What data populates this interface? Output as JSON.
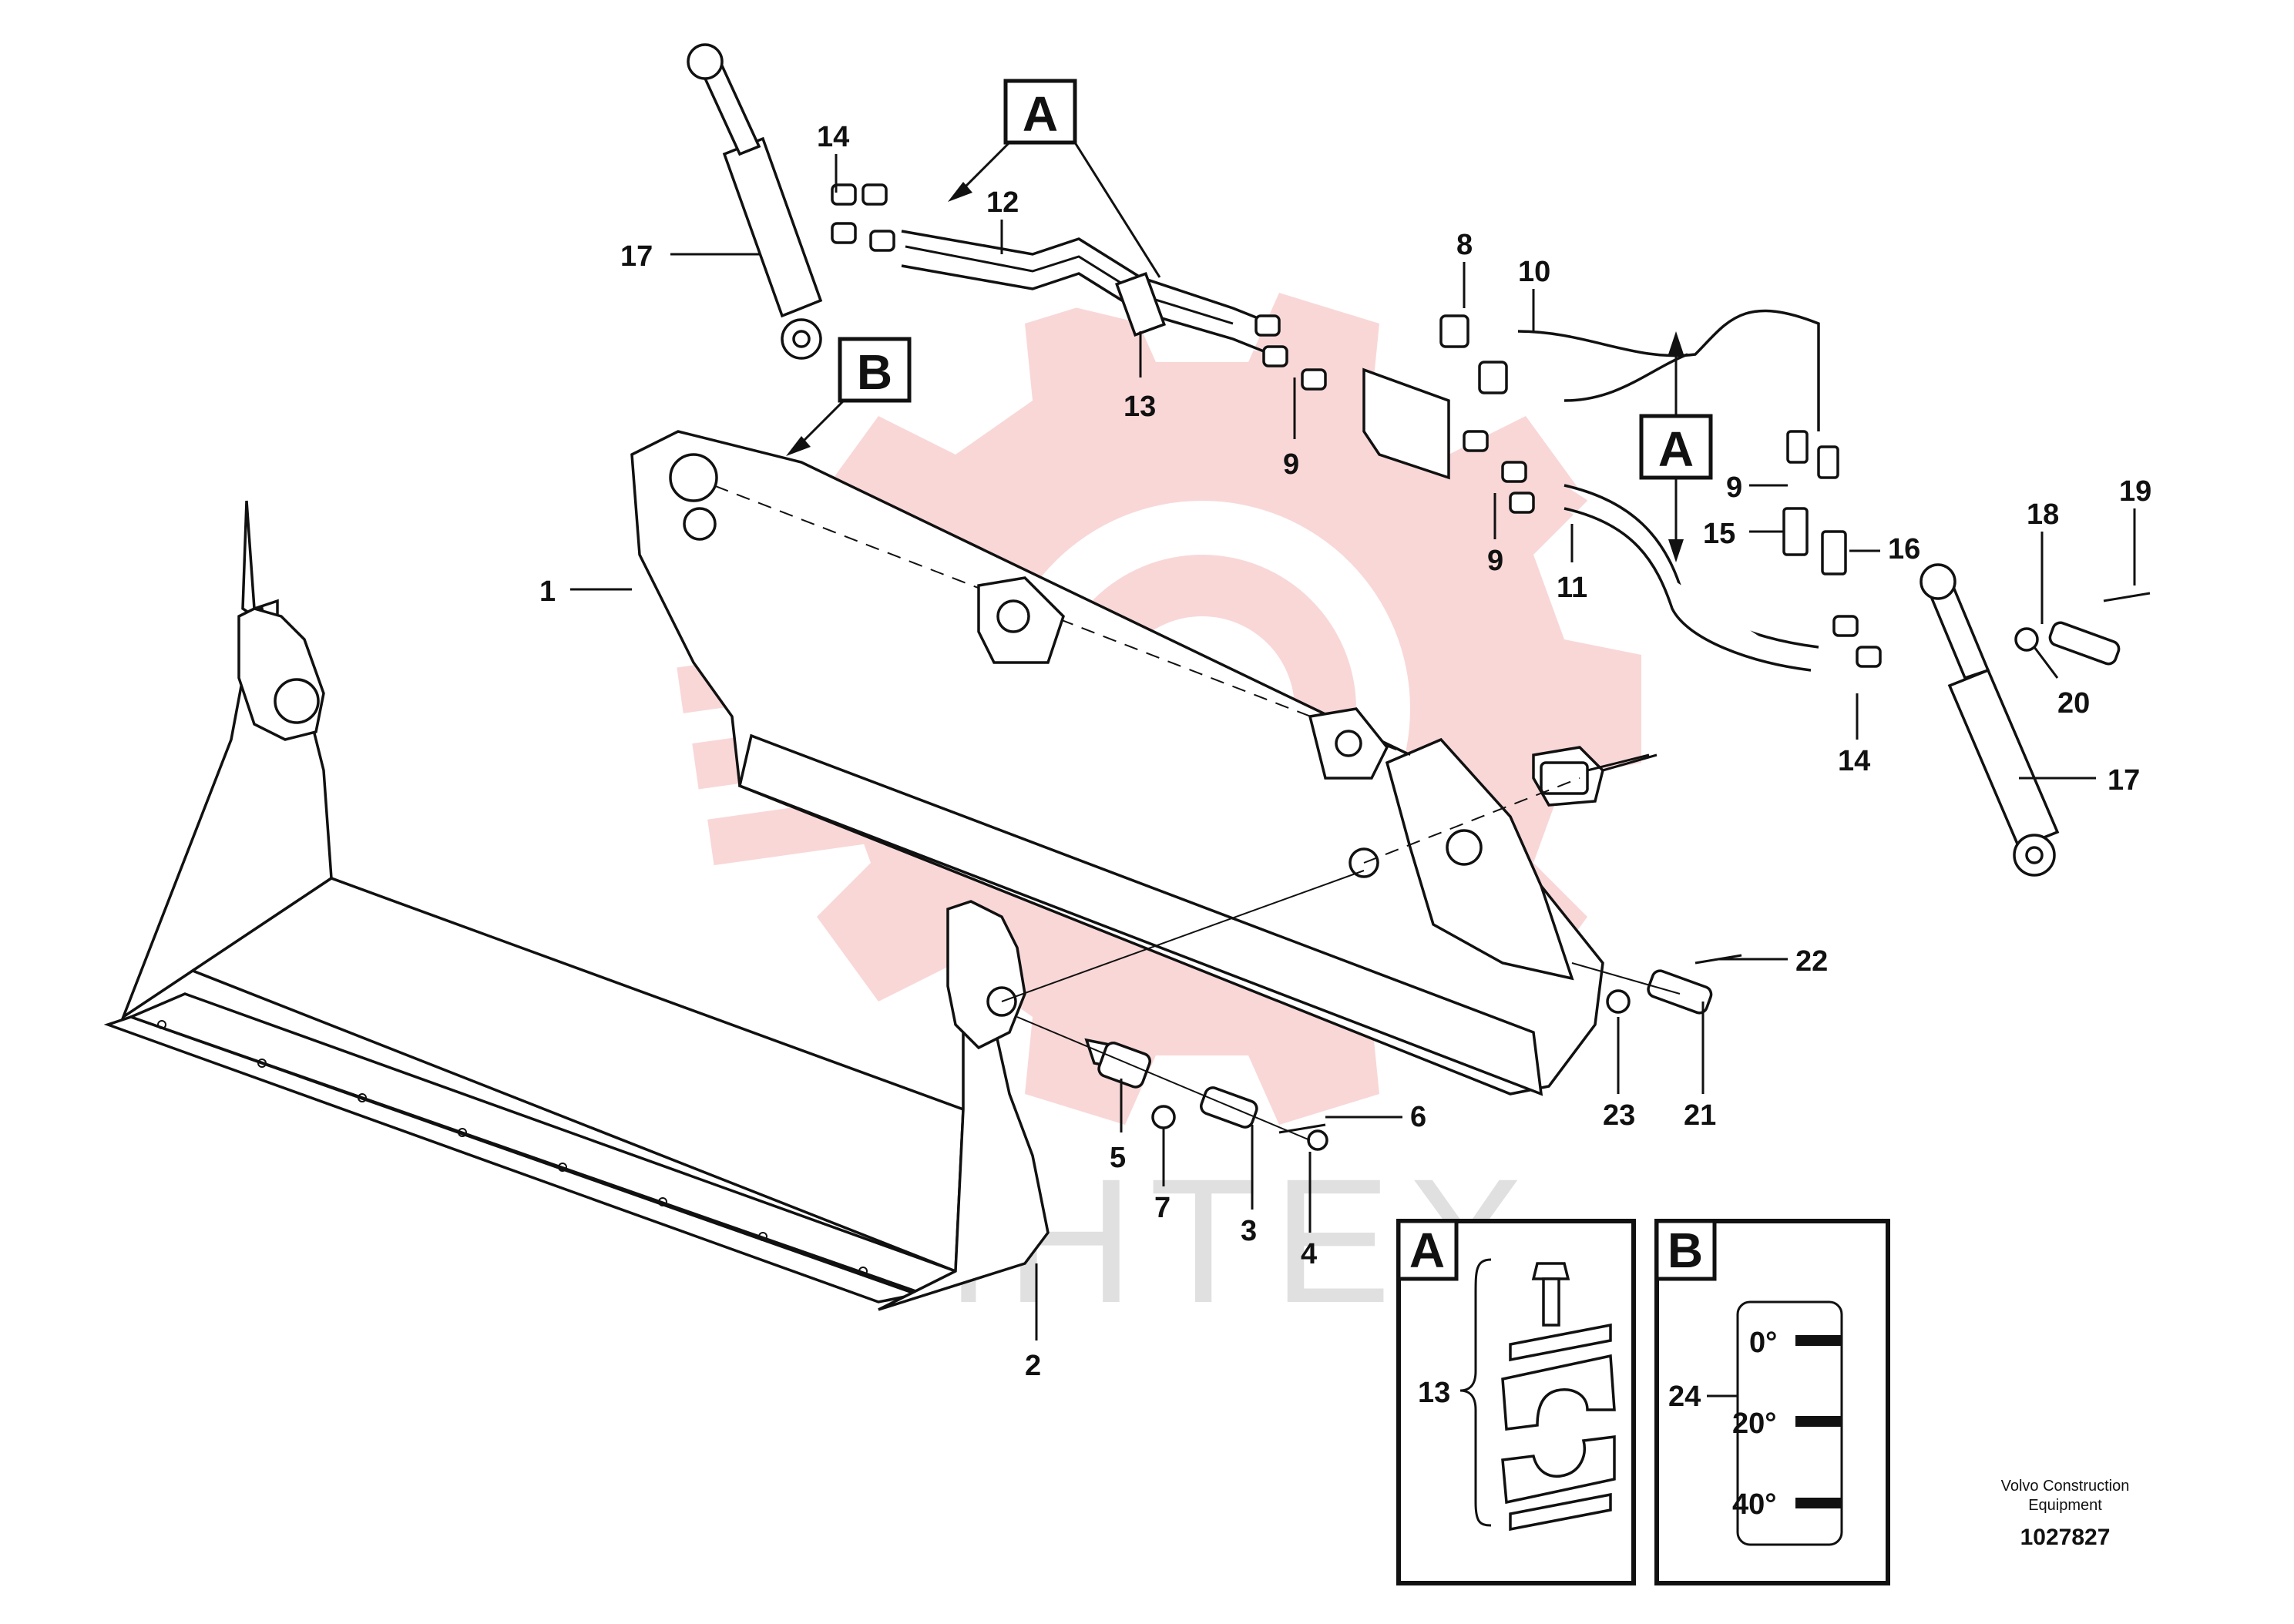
{
  "callouts": [
    {
      "id": "c17a",
      "text": "17"
    },
    {
      "id": "c14a",
      "text": "14"
    },
    {
      "id": "c12",
      "text": "12"
    },
    {
      "id": "c13",
      "text": "13"
    },
    {
      "id": "c8",
      "text": "8"
    },
    {
      "id": "c10",
      "text": "10"
    },
    {
      "id": "c9a",
      "text": "9"
    },
    {
      "id": "c9b",
      "text": "9"
    },
    {
      "id": "c11",
      "text": "11"
    },
    {
      "id": "c9c",
      "text": "9"
    },
    {
      "id": "c15",
      "text": "15"
    },
    {
      "id": "c16",
      "text": "16"
    },
    {
      "id": "c18",
      "text": "18"
    },
    {
      "id": "c19",
      "text": "19"
    },
    {
      "id": "c20",
      "text": "20"
    },
    {
      "id": "c14b",
      "text": "14"
    },
    {
      "id": "c17b",
      "text": "17"
    },
    {
      "id": "c1",
      "text": "1"
    },
    {
      "id": "c22",
      "text": "22"
    },
    {
      "id": "c23",
      "text": "23"
    },
    {
      "id": "c21",
      "text": "21"
    },
    {
      "id": "c6",
      "text": "6"
    },
    {
      "id": "c5",
      "text": "5"
    },
    {
      "id": "c7",
      "text": "7"
    },
    {
      "id": "c3",
      "text": "3"
    },
    {
      "id": "c4",
      "text": "4"
    },
    {
      "id": "c2",
      "text": "2"
    },
    {
      "id": "c13d",
      "text": "13"
    },
    {
      "id": "c24",
      "text": "24"
    }
  ],
  "view_labels": {
    "a_top": "A",
    "b_top": "B",
    "a_right": "A",
    "detail_a": "A",
    "detail_b": "B"
  },
  "angle_marks": [
    "0°",
    "20°",
    "40°"
  ],
  "watermark": "ИНТЕХ",
  "footer": {
    "company_line1": "Volvo Construction",
    "company_line2": "Equipment",
    "drawing_number": "1027827"
  },
  "colors": {
    "ink": "#111111",
    "watermark_red": "#f4b7b7",
    "watermark_grey": "#d9d9d9",
    "background": "#ffffff"
  }
}
